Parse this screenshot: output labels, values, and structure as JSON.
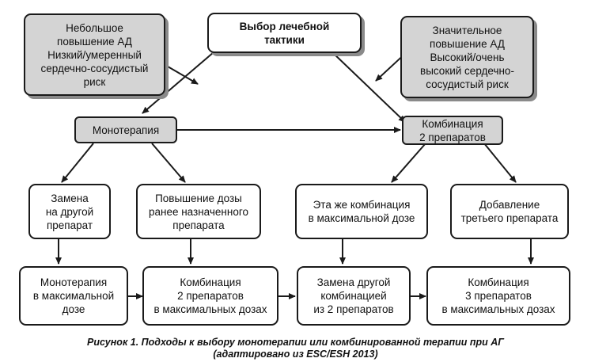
{
  "nodes": {
    "small_increase": "Небольшое\nповышение АД\nНизкий/умеренный\nсердечно-сосудистый\nриск",
    "choice": "Выбор лечебной\nтактики",
    "large_increase": "Значительное\nповышение АД\nВысокий/очень\nвысокий сердечно-\nсосудистый риск",
    "monotherapy": "Монотерапия",
    "combination": "Комбинация\n2 препаратов",
    "replace_drug": "Замена\nна другой\nпрепарат",
    "increase_dose": "Повышение дозы\nранее назначенного\nпрепарата",
    "same_combination": "Эта же комбинация\nв максимальной дозе",
    "add_third": "Добавление\nтретьего препарата",
    "mono_max": "Монотерапия\nв максимальной\nдозе",
    "combo2_max": "Комбинация\n2 препаратов\nв максимальных дозах",
    "replace_combo": "Замена другой\nкомбинацией\nиз 2 препаратов",
    "combo3_max": "Комбинация\n3 препаратов\nв максимальных дозах"
  },
  "caption": {
    "line1": "Рисунок 1. Подходы к выбору монотерапии или комбинированной терапии при АГ",
    "line2": "(адаптировано из ESC/ESH 2013)"
  },
  "colors": {
    "gray_box": "#d4d4d4",
    "line": "#1a1a1a"
  }
}
